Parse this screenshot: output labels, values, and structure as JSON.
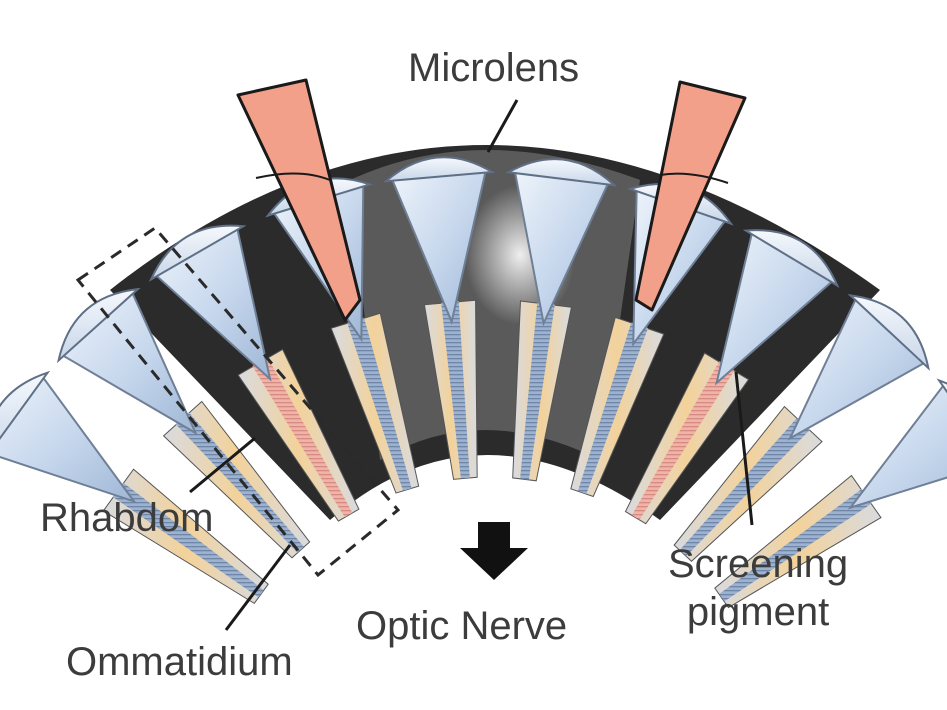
{
  "labels": {
    "microlens": "Microlens",
    "rhabdom": "Rhabdom",
    "ommatidium": "Ommatidium",
    "optic_nerve": "Optic Nerve",
    "screening_pigment_line1": "Screening",
    "screening_pigment_line2": "pigment"
  },
  "colors": {
    "background": "#ffffff",
    "lens": "#c9d9ee",
    "lens_edge": "#6f7f95",
    "pigment": "#111111",
    "rhabdom": "#8ea7c6",
    "cell_body": "#f0cf8f",
    "light_beam": "#f39a83",
    "text": "#3c3c3c"
  },
  "icons": {
    "arrow": "down-arrow-icon"
  }
}
